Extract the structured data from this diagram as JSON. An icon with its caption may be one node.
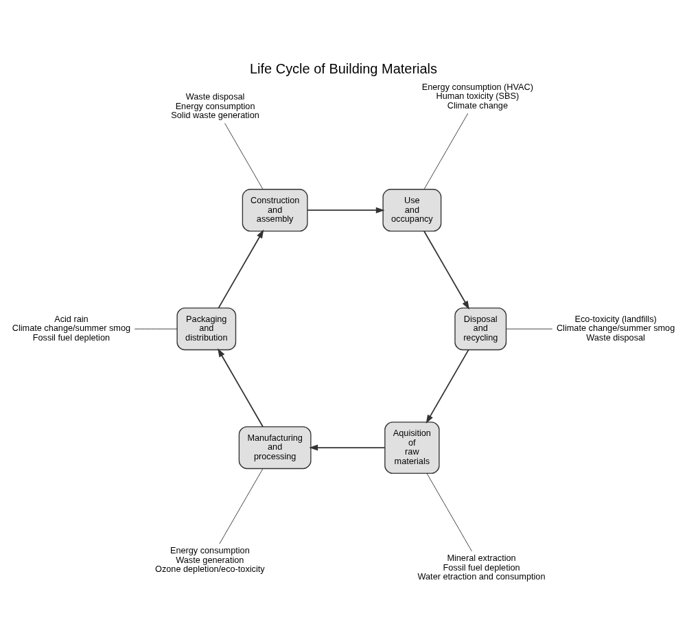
{
  "diagram": {
    "title": "Life Cycle of Building Materials",
    "nodes": [
      {
        "text": [
          "Aquisition of raw materials"
        ]
      },
      {
        "text": [
          "Manufacturing and processing"
        ]
      },
      {
        "text": [
          "Packaging and distribution"
        ]
      },
      {
        "text": [
          "Construction and assembly"
        ]
      },
      {
        "text": [
          "Use and occupancy"
        ]
      },
      {
        "text": [
          "Disposal and recycling"
        ]
      },
      {
        "text": [
          "Mineral extraction",
          "Fossil fuel depletion",
          "Water etraction and consumption"
        ]
      },
      {
        "text": [
          "Energy consumption",
          "Waste generation",
          "Ozone depletion/eco-toxicity"
        ]
      },
      {
        "text": [
          "Acid rain",
          "Climate change/summer smog",
          "Fossil fuel depletion"
        ]
      },
      {
        "text": [
          "Waste disposal",
          "Energy consumption",
          "Solid waste generation"
        ]
      },
      {
        "text": [
          "Energy consumption (HVAC)",
          "Human toxicity (SBS)",
          "Climate change"
        ]
      },
      {
        "text": [
          "Eco-toxicity (landfills)",
          "Climate change/summer smog",
          "Waste disposal"
        ]
      }
    ],
    "edges": [
      {
        "from": 0,
        "to": 1,
        "arrow": "to"
      },
      {
        "from": 1,
        "to": 2,
        "arrow": "to"
      },
      {
        "from": 2,
        "to": 3,
        "arrow": "to"
      },
      {
        "from": 3,
        "to": 4,
        "arrow": "to"
      },
      {
        "from": 4,
        "to": 5,
        "arrow": "to"
      },
      {
        "from": 5,
        "to": 0,
        "arrow": "to"
      },
      {
        "from": 6,
        "to": 0,
        "arrow": "none"
      },
      {
        "from": 7,
        "to": 1,
        "arrow": "none"
      },
      {
        "from": 8,
        "to": 2,
        "arrow": "none"
      },
      {
        "from": 9,
        "to": 3,
        "arrow": "none"
      },
      {
        "from": 10,
        "to": 4,
        "arrow": "none"
      },
      {
        "from": 11,
        "to": 5,
        "arrow": "none"
      }
    ]
  }
}
